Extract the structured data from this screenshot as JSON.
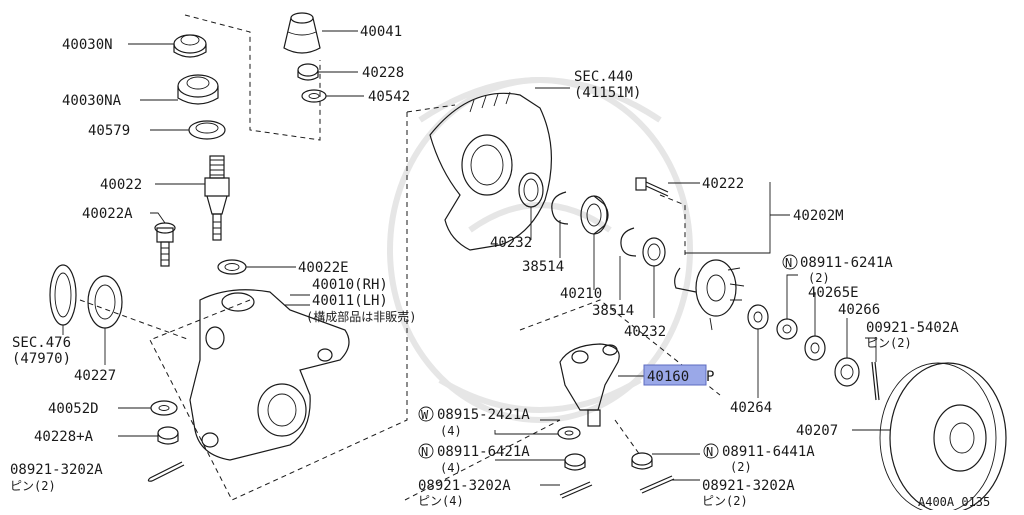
{
  "diagram": {
    "corner_code": "A400A 0135",
    "labels": {
      "l40030N": "40030N",
      "l40030NA": "40030NA",
      "l40579": "40579",
      "l40022": "40022",
      "l40022A": "40022A",
      "l40041": "40041",
      "l40228a": "40228",
      "l40542": "40542",
      "lsec440": "SEC.440",
      "lsec440sub": "(41151M)",
      "l40222": "40222",
      "l40202M": "40202M",
      "l40232a": "40232",
      "l38514a": "38514",
      "l40210": "40210",
      "l38514b": "38514",
      "l40232b": "40232",
      "l40022E": "40022E",
      "l40010": "40010(RH)",
      "l40011": "40011(LH)",
      "lnote": "(構成部品は非販売)",
      "lsec476": "SEC.476",
      "lsec476sub": "(47970)",
      "l40227": "40227",
      "l40052D": "40052D",
      "l40228A": "40228+A",
      "l08921a": "08921-3202A",
      "l08921a_sub": "ピン(2)",
      "l40160": "40160",
      "l40160suffix": "P",
      "l08915": "08915-2421A",
      "l08915_sub": "(4)",
      "l08911_64": "08911-6421A",
      "l08911_64_sub": "(4)",
      "l08921b": "08921-3202A",
      "l08921b_sub": "ピン(4)",
      "l08911_62": "08911-6241A",
      "l08911_62_sub": "(2)",
      "l40265E": "40265E",
      "l40266": "40266",
      "l00921": "00921-5402A",
      "l00921_sub": "ピン(2)",
      "l40264": "40264",
      "l40207": "40207",
      "l08911_644": "08911-6441A",
      "l08911_644_sub": "(2)",
      "l08921c": "08921-3202A",
      "l08921c_sub": "ピン(2)",
      "markN": "N",
      "markW": "W"
    }
  }
}
